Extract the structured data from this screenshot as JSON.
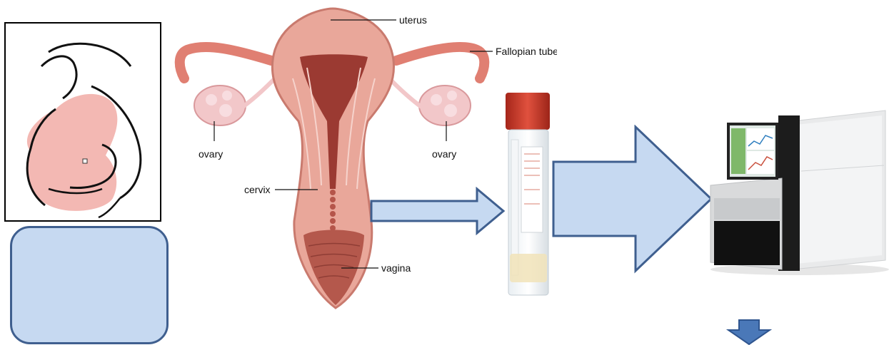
{
  "anatomy": {
    "labels": {
      "uterus": "uterus",
      "fallopian_tube": "Fallopian tube",
      "ovary_left": "ovary",
      "ovary_right": "ovary",
      "cervix": "cervix",
      "vagina": "vagina"
    }
  },
  "colors": {
    "arrow_fill": "#c6d9f1",
    "arrow_stroke": "#3f5f8f",
    "panel_fill": "#c6d9f1",
    "panel_stroke": "#3f5f8f",
    "tissue_pink": "#e9a79a",
    "tissue_dark": "#9b3a32",
    "cap_red": "#d63b2a"
  },
  "icons": {
    "woman": "pregnant-woman-icon",
    "tube": "sample-tube-icon",
    "sequencer": "sequencer-icon"
  }
}
